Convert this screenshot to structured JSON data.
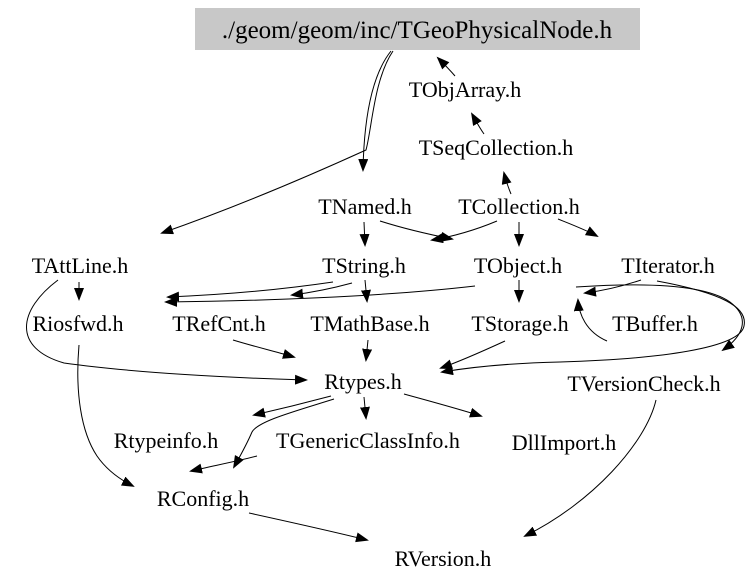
{
  "graph": {
    "type": "include-dependency-graph",
    "title_node": {
      "label": "./geom/geom/inc/TGeoPhysicalNode.h"
    },
    "nodes": [
      {
        "id": "TObjArray",
        "label": "TObjArray.h"
      },
      {
        "id": "TSeqCollection",
        "label": "TSeqCollection.h"
      },
      {
        "id": "TNamed",
        "label": "TNamed.h"
      },
      {
        "id": "TCollection",
        "label": "TCollection.h"
      },
      {
        "id": "TAttLine",
        "label": "TAttLine.h"
      },
      {
        "id": "TString",
        "label": "TString.h"
      },
      {
        "id": "TObject",
        "label": "TObject.h"
      },
      {
        "id": "TIterator",
        "label": "TIterator.h"
      },
      {
        "id": "Riosfwd",
        "label": "Riosfwd.h"
      },
      {
        "id": "TRefCnt",
        "label": "TRefCnt.h"
      },
      {
        "id": "TMathBase",
        "label": "TMathBase.h"
      },
      {
        "id": "TStorage",
        "label": "TStorage.h"
      },
      {
        "id": "TBuffer",
        "label": "TBuffer.h"
      },
      {
        "id": "Rtypes",
        "label": "Rtypes.h"
      },
      {
        "id": "TVersionCheck",
        "label": "TVersionCheck.h"
      },
      {
        "id": "Rtypeinfo",
        "label": "Rtypeinfo.h"
      },
      {
        "id": "TGenericClassInfo",
        "label": "TGenericClassInfo.h"
      },
      {
        "id": "DllImport",
        "label": "DllImport.h"
      },
      {
        "id": "RConfig",
        "label": "RConfig.h"
      },
      {
        "id": "RVersion",
        "label": "RVersion.h"
      }
    ],
    "edges": [
      {
        "from": "TObjArray.h",
        "to": "./geom/geom/inc/TGeoPhysicalNode.h"
      },
      {
        "from": "TSeqCollection.h",
        "to": "TObjArray.h"
      },
      {
        "from": "TCollection.h",
        "to": "TSeqCollection.h"
      },
      {
        "from": "./geom/geom/inc/TGeoPhysicalNode.h",
        "to": "TNamed.h"
      },
      {
        "from": "./geom/geom/inc/TGeoPhysicalNode.h",
        "to": "TAttLine.h"
      },
      {
        "from": "TNamed.h",
        "to": "TString.h"
      },
      {
        "from": "TNamed.h",
        "to": "TObject.h"
      },
      {
        "from": "TCollection.h",
        "to": "TString.h"
      },
      {
        "from": "TCollection.h",
        "to": "TObject.h"
      },
      {
        "from": "TCollection.h",
        "to": "TIterator.h"
      },
      {
        "from": "TString.h",
        "to": "TMathBase.h"
      },
      {
        "from": "TObject.h",
        "to": "TStorage.h"
      },
      {
        "from": "TString.h",
        "to": "Riosfwd.h"
      },
      {
        "from": "TObject.h",
        "to": "Riosfwd.h"
      },
      {
        "from": "TString.h",
        "to": "TRefCnt.h"
      },
      {
        "from": "TAttLine.h",
        "to": "Riosfwd.h"
      },
      {
        "from": "TAttLine.h",
        "to": "Rtypes.h"
      },
      {
        "from": "TRefCnt.h",
        "to": "Rtypes.h"
      },
      {
        "from": "TMathBase.h",
        "to": "Rtypes.h"
      },
      {
        "from": "TStorage.h",
        "to": "Rtypes.h"
      },
      {
        "from": "TIterator.h",
        "to": "Rtypes.h"
      },
      {
        "from": "TIterator.h",
        "to": "TObject.h"
      },
      {
        "from": "TBuffer.h",
        "to": "TObject.h"
      },
      {
        "from": "TObject.h",
        "to": "TVersionCheck.h"
      },
      {
        "from": "TVersionCheck.h",
        "to": "RVersion.h"
      },
      {
        "from": "Rtypes.h",
        "to": "TGenericClassInfo.h"
      },
      {
        "from": "Rtypes.h",
        "to": "DllImport.h"
      },
      {
        "from": "Rtypes.h",
        "to": "Rtypeinfo.h"
      },
      {
        "from": "Rtypes.h",
        "to": "RConfig.h"
      },
      {
        "from": "TGenericClassInfo.h",
        "to": "RConfig.h"
      },
      {
        "from": "Riosfwd.h",
        "to": "RConfig.h"
      },
      {
        "from": "RConfig.h",
        "to": "RVersion.h"
      }
    ]
  },
  "colors": {
    "background": "#ffffff",
    "highlight_node_bg": "#c8c8c8",
    "text": "#000000",
    "edge": "#000000"
  }
}
